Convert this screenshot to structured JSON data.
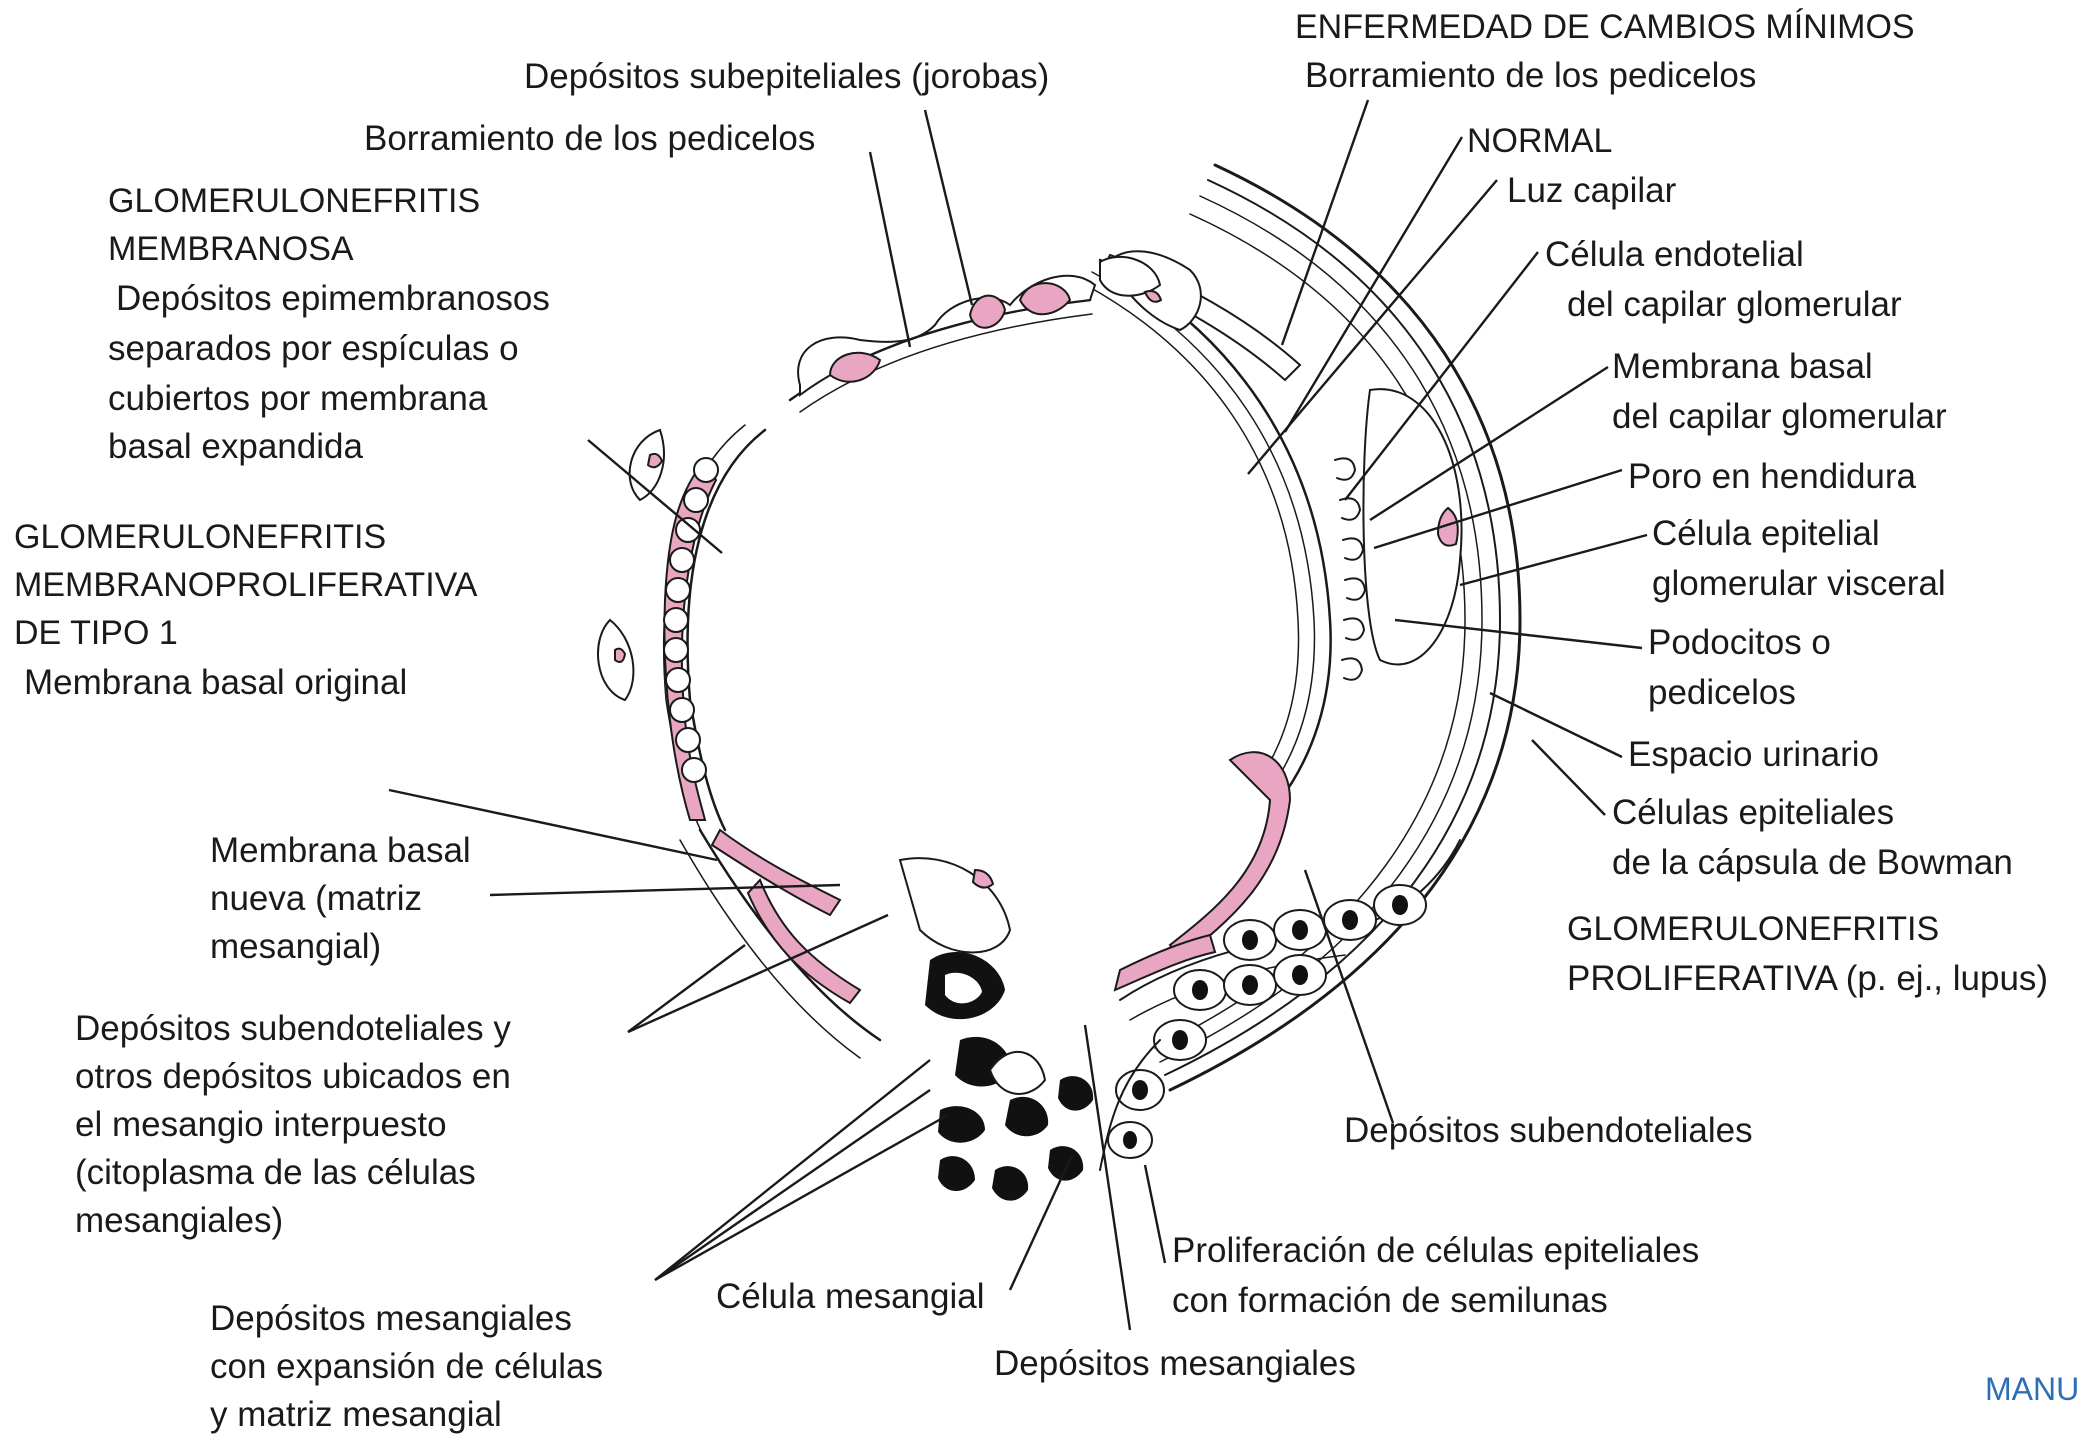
{
  "labels": {
    "top_partial": "",
    "minimal_change_title": "ENFERMEDAD DE CAMBIOS MÍNIMOS",
    "minimal_change_sub": "Borramiento de los pedicelos",
    "subepithelial_humps": "Depósitos subepiteliales (jorobas)",
    "effacement_left": "Borramiento de los pedicelos",
    "membranous_title_1": "GLOMERULONEFRITIS",
    "membranous_title_2": "MEMBRANOSA",
    "membranous_sub_1": "Depósitos epimembranosos",
    "membranous_sub_2": "separados por espículas o",
    "membranous_sub_3": "cubiertos por membrana",
    "membranous_sub_4": "basal expandida",
    "mpgn_title_1": "GLOMERULONEFRITIS",
    "mpgn_title_2": "MEMBRANOPROLIFERATIVA",
    "mpgn_title_3": "DE TIPO 1",
    "mpgn_sub": "Membrana basal original",
    "new_bm_1": "Membrana basal",
    "new_bm_2": "nueva (matriz",
    "new_bm_3": "mesangial)",
    "subendo_left_1": "Depósitos subendoteliales y",
    "subendo_left_2": "otros depósitos ubicados en",
    "subendo_left_3": "el mesangio interpuesto",
    "subendo_left_4": "(citoplasma de las células",
    "subendo_left_5": "mesangiales)",
    "mesangial_exp_1": "Depósitos mesangiales",
    "mesangial_exp_2": "con expansión de células",
    "mesangial_exp_3": "y matriz mesangial",
    "mesangial_cell": "Célula mesangial",
    "mesangial_deposits": "Depósitos mesangiales",
    "crescent_1": "Proliferación de células epiteliales",
    "crescent_2": "con formación de semilunas",
    "subendo_right": "Depósitos subendoteliales",
    "normal_title": "NORMAL",
    "lumen": "Luz capilar",
    "endothelial_1": "Célula endotelial",
    "endothelial_2": "del capilar glomerular",
    "basement_1": "Membrana basal",
    "basement_2": "del capilar glomerular",
    "slit_pore": "Poro en hendidura",
    "epithelial_1": "Célula epitelial",
    "epithelial_2": "glomerular visceral",
    "podocytes_1": "Podocitos o",
    "podocytes_2": "pedicelos",
    "urinary_space": "Espacio urinario",
    "bowman_1": "Células epiteliales",
    "bowman_2": "de la cápsula de Bowman",
    "proliferative_1": "GLOMERULONEFRITIS",
    "proliferative_2": "PROLIFERATIVA (p. ej., lupus)"
  },
  "watermark": "MANU",
  "colors": {
    "deposit_pink": "#e8a6c2",
    "ink": "#1a1a1a",
    "watermark_blue": "#2c6fb5"
  }
}
